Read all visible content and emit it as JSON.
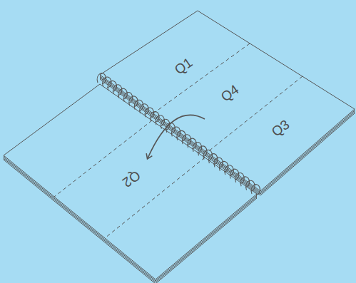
{
  "diagram": {
    "labels": [
      "Q1",
      "Q4",
      "Q3",
      "Q2"
    ]
  }
}
